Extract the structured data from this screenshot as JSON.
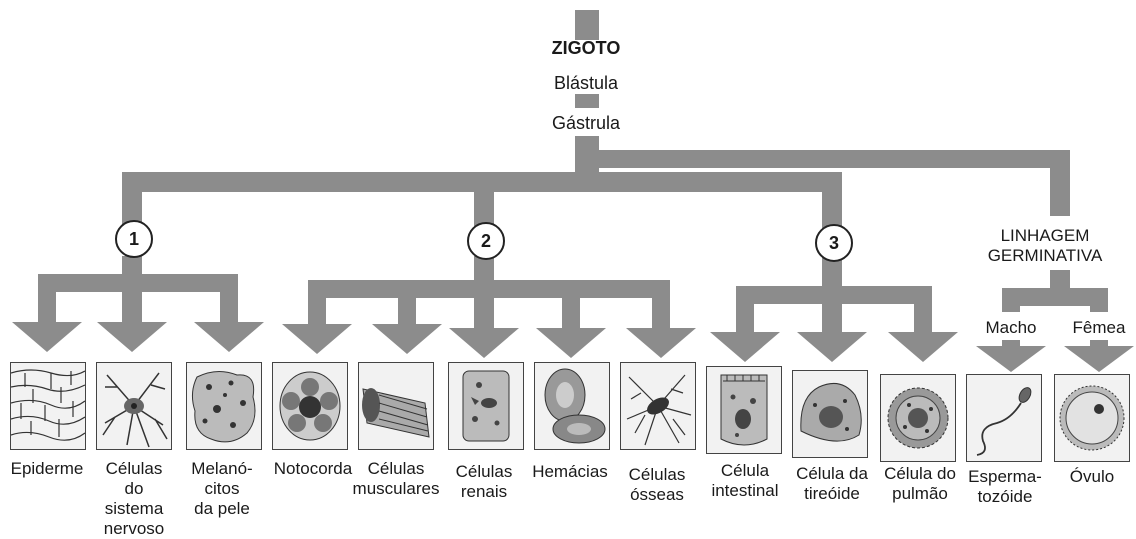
{
  "root": {
    "title": "ZIGOTO",
    "stage1": "Blástula",
    "stage2": "Gástrula"
  },
  "branches": [
    {
      "number": "1"
    },
    {
      "number": "2"
    },
    {
      "number": "3"
    }
  ],
  "germline": {
    "title": "LINHAGEM\nGERMINATIVA",
    "male": "Macho",
    "female": "Fêmea"
  },
  "cells": [
    {
      "label": "Epiderme",
      "icon": "epidermis-icon"
    },
    {
      "label": "Células\ndo\nsistema\nnervoso",
      "icon": "neuron-icon"
    },
    {
      "label": "Melanó-\ncitos\nda pele",
      "icon": "melanocyte-icon"
    },
    {
      "label": "Notocorda",
      "icon": "notochord-icon"
    },
    {
      "label": "Células\nmusculares",
      "icon": "muscle-cell-icon"
    },
    {
      "label": "Células\nrenais",
      "icon": "kidney-cell-icon"
    },
    {
      "label": "Hemácias",
      "icon": "red-blood-cell-icon"
    },
    {
      "label": "Células\nósseas",
      "icon": "bone-cell-icon"
    },
    {
      "label": "Célula\nintestinal",
      "icon": "intestinal-cell-icon"
    },
    {
      "label": "Célula da\ntireóide",
      "icon": "thyroid-cell-icon"
    },
    {
      "label": "Célula do\npulmão",
      "icon": "lung-cell-icon"
    },
    {
      "label": "Esperma-\ntozóide",
      "icon": "sperm-icon"
    },
    {
      "label": "Óvulo",
      "icon": "ovum-icon"
    }
  ]
}
